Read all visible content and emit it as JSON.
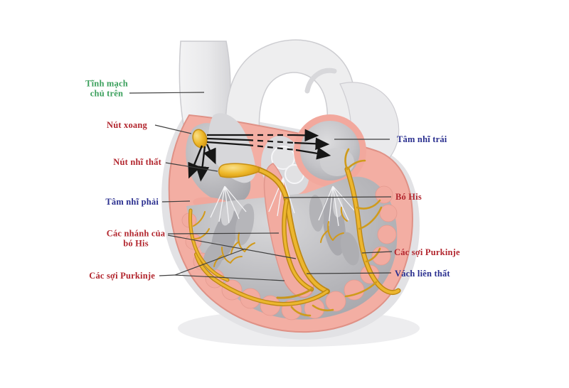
{
  "palette": {
    "background": "#ffffff",
    "label_green": "#3ba05c",
    "label_red": "#b2262e",
    "label_navy": "#2a2f8f",
    "wall_pink": "#f3aea3",
    "rim_pink": "#df9186",
    "chamber_gray": "#b4b4b8",
    "vessel_gray": "#ececee",
    "conduction_yellow": "#ecb62f",
    "arrow_black": "#161616",
    "leader_line": "#3f3f3f"
  },
  "labels": {
    "superior_vena_cava": {
      "text": "Tĩnh mạch\nchủ trên",
      "color": "#3ba05c"
    },
    "sinus_node": {
      "text": "Nút xoang",
      "color": "#b2262e"
    },
    "av_node": {
      "text": "Nút nhĩ thất",
      "color": "#b2262e"
    },
    "right_atrium": {
      "text": "Tâm nhĩ phải",
      "color": "#2a2f8f"
    },
    "bundle_branches": {
      "text": "Các nhánh của\nbó His",
      "color": "#b2262e"
    },
    "purkinje_fibers_left": {
      "text": "Các sợi Purkinje",
      "color": "#b2262e"
    },
    "left_atrium": {
      "text": "Tâm nhĩ trái",
      "color": "#2a2f8f"
    },
    "bundle_of_his": {
      "text": "Bó His",
      "color": "#b2262e"
    },
    "purkinje_fibers_right": {
      "text": "Các sợi Purkinje",
      "color": "#b2262e"
    },
    "interventricular_septum": {
      "text": "Vách liên thất",
      "color": "#2a2f8f"
    }
  }
}
